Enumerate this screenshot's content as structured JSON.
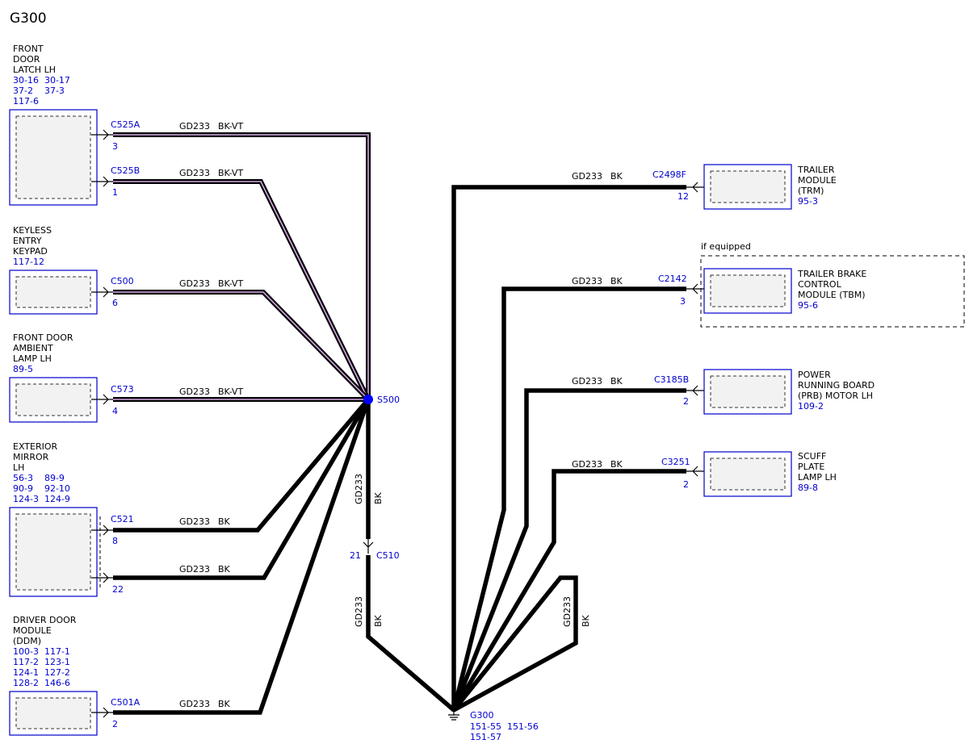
{
  "title": "G300",
  "colors": {
    "accent": "#0000cc",
    "wire": "#000000",
    "violet_stripe": "#d6a8e6",
    "splice": "#0000ff"
  },
  "components": {
    "front_door_latch": {
      "name": [
        "FRONT",
        "DOOR",
        "LATCH LH"
      ],
      "refs": [
        "30-16  30-17",
        "37-2    37-3",
        "117-6"
      ]
    },
    "keyless_entry": {
      "name": [
        "KEYLESS",
        "ENTRY",
        "KEYPAD"
      ],
      "refs": [
        "117-12"
      ]
    },
    "front_door_ambient": {
      "name": [
        "FRONT DOOR",
        "AMBIENT",
        "LAMP LH"
      ],
      "refs": [
        "89-5"
      ]
    },
    "exterior_mirror": {
      "name": [
        "EXTERIOR",
        "MIRROR",
        "LH"
      ],
      "refs": [
        "56-3    89-9",
        "90-9    92-10",
        "124-3  124-9"
      ]
    },
    "driver_door_module": {
      "name": [
        "DRIVER DOOR",
        "MODULE",
        "(DDM)"
      ],
      "refs": [
        "100-3  117-1",
        "117-2  123-1",
        "124-1  127-2",
        "128-2  146-6"
      ]
    },
    "trailer_module": {
      "name": [
        "TRAILER",
        "MODULE",
        "(TRM)"
      ],
      "refs": [
        "95-3"
      ]
    },
    "trailer_brake": {
      "name": [
        "TRAILER BRAKE",
        "CONTROL",
        "MODULE (TBM)"
      ],
      "refs": [
        "95-6"
      ]
    },
    "power_running_board": {
      "name": [
        "POWER",
        "RUNNING BOARD",
        "(PRB) MOTOR LH"
      ],
      "refs": [
        "109-2"
      ]
    },
    "scuff_plate": {
      "name": [
        "SCUFF",
        "PLATE",
        "LAMP LH"
      ],
      "refs": [
        "89-8"
      ]
    }
  },
  "connectors": {
    "c525a": {
      "id": "C525A",
      "pin": "3"
    },
    "c525b": {
      "id": "C525B",
      "pin": "1"
    },
    "c500": {
      "id": "C500",
      "pin": "6"
    },
    "c573": {
      "id": "C573",
      "pin": "4"
    },
    "c521_top": {
      "id": "C521",
      "pin": "8"
    },
    "c521_bottom": {
      "pin": "22"
    },
    "c501a": {
      "id": "C501A",
      "pin": "2"
    },
    "c2498f": {
      "id": "C2498F",
      "pin": "12"
    },
    "c2142": {
      "id": "C2142",
      "pin": "3"
    },
    "c3185b": {
      "id": "C3185B",
      "pin": "2"
    },
    "c3251": {
      "id": "C3251",
      "pin": "2"
    },
    "c510": {
      "id": "C510",
      "pin": "21"
    }
  },
  "wires": {
    "circuit": "GD233",
    "color_bkvt": "BK-VT",
    "color_bk": "BK"
  },
  "splice": {
    "id": "S500"
  },
  "ground": {
    "id": "G300",
    "refs": [
      "151-55  151-56",
      "151-57"
    ]
  },
  "if_equipped": "if equipped"
}
